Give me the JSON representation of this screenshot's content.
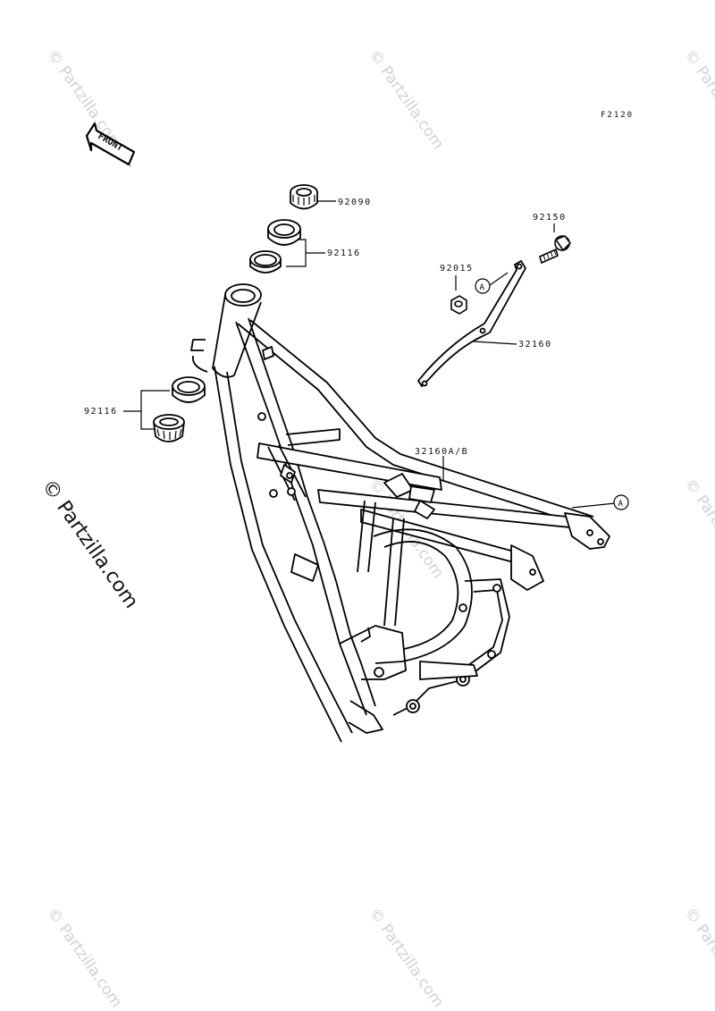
{
  "diagram": {
    "figure_code": "F2120",
    "front_arrow_label": "FRONT",
    "callout_letter": "A",
    "parts": [
      {
        "number": "92090",
        "id": "steering-nut"
      },
      {
        "number": "92116",
        "id": "bearing-race-upper"
      },
      {
        "number": "92150",
        "id": "bolt"
      },
      {
        "number": "92015",
        "id": "nut"
      },
      {
        "number": "32160",
        "id": "subframe-lower"
      },
      {
        "number": "92116",
        "id": "bearing-race-lower"
      },
      {
        "number": "32160A/B",
        "id": "frame"
      }
    ]
  },
  "watermark": {
    "text": "© Partzilla.com",
    "color": "#d2d2d2",
    "main_color": "#111111"
  }
}
